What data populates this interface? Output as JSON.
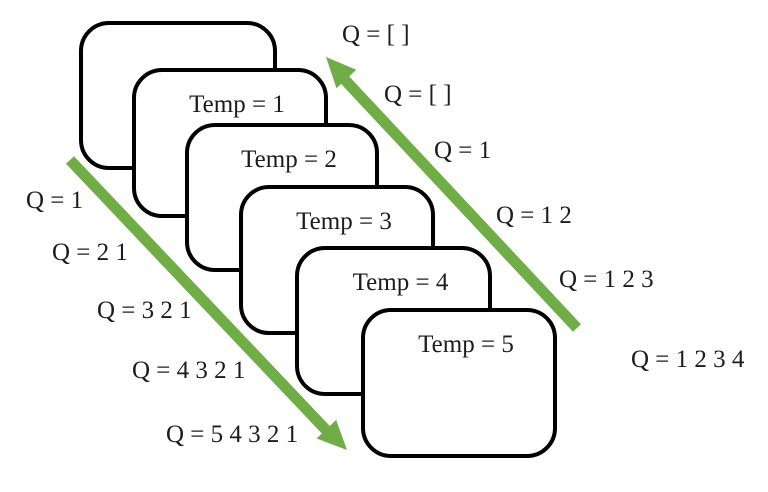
{
  "colors": {
    "arrow_green": "#70AD47",
    "card_border": "#000000",
    "text": "#1C1C1C",
    "background": "#FFFFFF"
  },
  "cards": [
    {
      "label": ""
    },
    {
      "label": "Temp = 1"
    },
    {
      "label": "Temp = 2"
    },
    {
      "label": "Temp = 3"
    },
    {
      "label": "Temp = 4"
    },
    {
      "label": "Temp = 5"
    }
  ],
  "left_labels": [
    "Q = 1",
    "Q = 2 1",
    "Q = 3 2 1",
    "Q = 4 3 2 1",
    "Q = 5 4 3 2 1"
  ],
  "right_labels": [
    "Q = [ ]",
    "Q = [ ]",
    "Q = 1",
    "Q = 1 2",
    "Q = 1 2 3",
    "Q = 1 2 3 4"
  ]
}
